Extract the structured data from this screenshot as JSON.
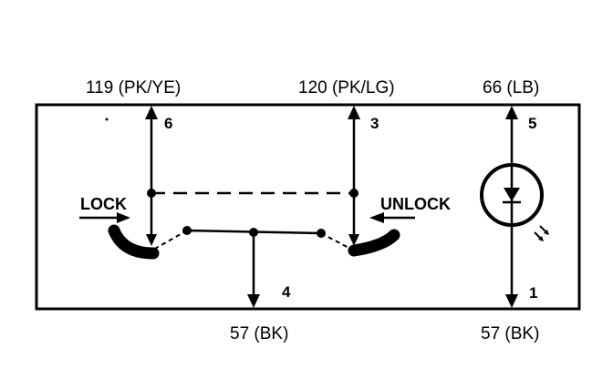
{
  "diagram": {
    "wires": {
      "top_left": "119 (PK/YE)",
      "top_middle": "120 (PK/LG)",
      "top_right": "66 (LB)",
      "bottom_middle": "57 (BK)",
      "bottom_right": "57 (BK)"
    },
    "pins": {
      "p6": "6",
      "p3": "3",
      "p5": "5",
      "p4": "4",
      "p1": "1"
    },
    "switch_labels": {
      "lock": "LOCK",
      "unlock": "UNLOCK"
    },
    "icons": [
      "led-icon",
      "light-rays-icon"
    ],
    "colors": {
      "line": "#000000",
      "background": "#ffffff"
    }
  }
}
